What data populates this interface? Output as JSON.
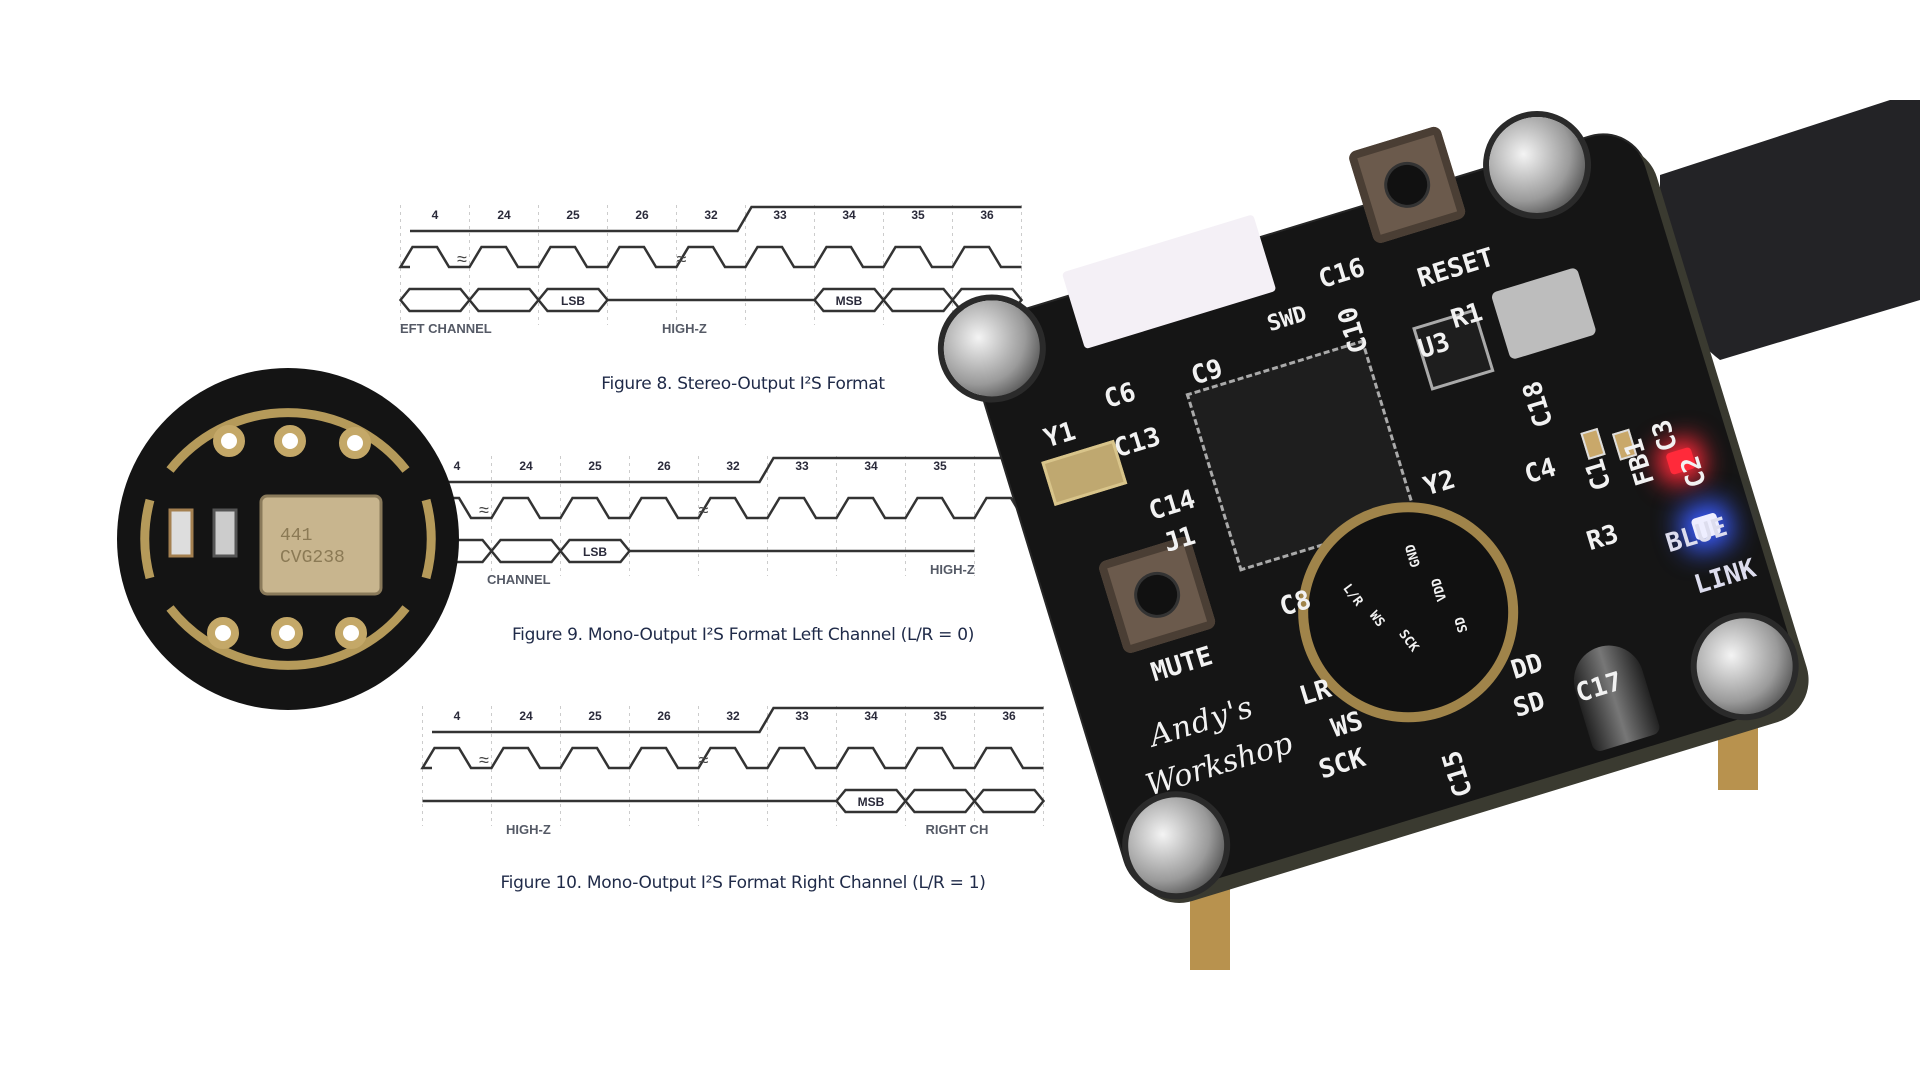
{
  "figures": [
    {
      "caption": "Figure 8. Stereo-Output I²S Format",
      "labels": [
        "4",
        "24",
        "25",
        "26",
        "32",
        "33",
        "34",
        "35",
        "36"
      ],
      "bits": [
        "x",
        "x",
        "LSB",
        "z",
        "z",
        "z",
        "MSB",
        "x",
        "x"
      ],
      "channel_label": "EFT CHANNEL",
      "highz_label": "HIGH-Z"
    },
    {
      "caption": "Figure 9. Mono-Output I²S Format Left Channel (L/R = 0)",
      "labels": [
        "4",
        "24",
        "25",
        "26",
        "32",
        "33",
        "34",
        "35"
      ],
      "bits": [
        "x",
        "x",
        "LSB",
        "z",
        "z",
        "z",
        "z",
        "z"
      ],
      "channel_label": "CHANNEL",
      "highz_label": "HIGH-Z"
    },
    {
      "caption": "Figure 10. Mono-Output I²S Format Right Channel (L/R = 1)",
      "labels": [
        "4",
        "24",
        "25",
        "26",
        "32",
        "33",
        "34",
        "35",
        "36"
      ],
      "bits": [
        "z",
        "z",
        "z",
        "z",
        "z",
        "z",
        "MSB",
        "x",
        "x"
      ],
      "channel_label": "RIGHT CH",
      "highz_label": "HIGH-Z"
    }
  ],
  "mic_board": {
    "chip_marking_1": "441",
    "chip_marking_2": "CVG238"
  },
  "dev_board": {
    "labels": {
      "reset": "RESET",
      "swd": "SWD",
      "c16": "C16",
      "u3": "U3",
      "r1": "R1",
      "c10": "C10",
      "c6": "C6",
      "c9": "C9",
      "c13": "C13",
      "y1": "Y1",
      "c14": "C14",
      "j1": "J1",
      "mute": "MUTE",
      "y2": "Y2",
      "c4": "C4",
      "c18": "C18",
      "c1": "C1",
      "fb1": "FB1",
      "c2": "C2",
      "c3": "C3",
      "r3": "R3",
      "blue": "BLUE",
      "link": "LINK",
      "c17": "C17",
      "c15": "C15",
      "sck": "SCK",
      "ws": "WS",
      "lr": "LR",
      "sd": "SD",
      "dd": "DD",
      "c8": "C8"
    },
    "mic_pins": {
      "lr": "L/R",
      "ws": "WS",
      "sck": "SCK",
      "gnd": "GND",
      "vdd": "VDD",
      "sd": "SD"
    },
    "logo_line_1": "Andy's",
    "logo_line_2": "Workshop",
    "led_colors": {
      "red": "#ff2a3a",
      "blue": "#3a5cff"
    }
  }
}
